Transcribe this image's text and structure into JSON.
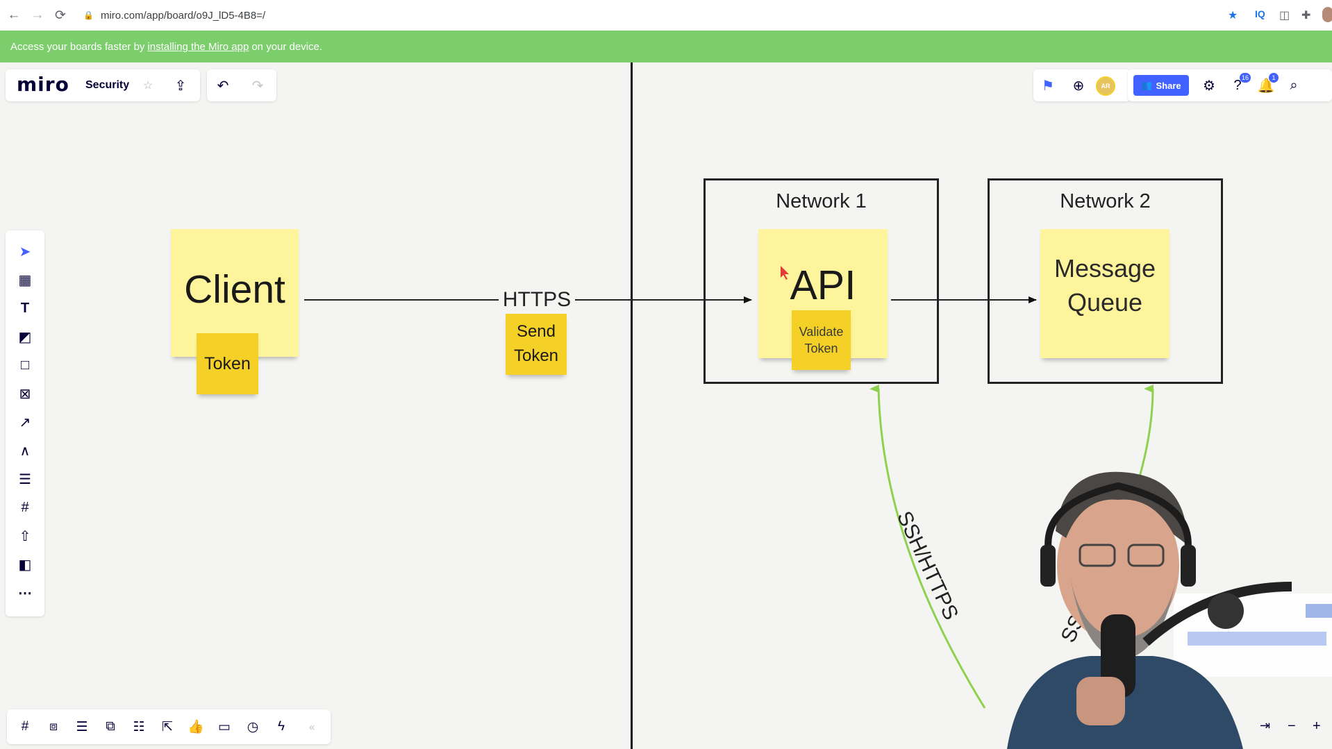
{
  "browser": {
    "url": "miro.com/app/board/o9J_lD5-4B8=/",
    "back_icon": "←",
    "forward_icon": "→",
    "reload_icon": "⟳"
  },
  "banner": {
    "text_before": "Access your boards faster by",
    "link_text": "installing the Miro app",
    "text_after": "on your device."
  },
  "header": {
    "logo": "miro",
    "board_title": "Security",
    "share_label": "Share",
    "help_badge": "16",
    "notif_badge": "1",
    "avatar_initials": "AR"
  },
  "board": {
    "client_label": "Client",
    "token_label": "Token",
    "https_label": "HTTPS",
    "send_token_label": "Send\nToken",
    "network1_title": "Network 1",
    "network2_title": "Network 2",
    "api_label": "API",
    "validate_token_label": "Validate\nToken",
    "message_queue_label": "Message\nQueue",
    "ssh_https_label": "SSH/HTTPS",
    "ssh_partial_label": "SSH"
  },
  "colors": {
    "banner": "#7ccd6c",
    "sticky_light": "#fef49c",
    "sticky_dark": "#f5d128",
    "share": "#4262ff",
    "green_arrow": "#8fd14f"
  }
}
